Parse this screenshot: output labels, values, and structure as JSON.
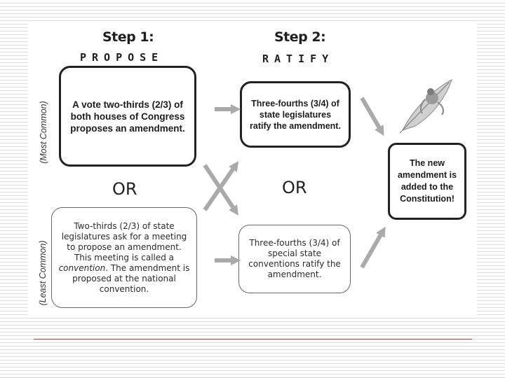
{
  "step1": {
    "heading": "Step 1:",
    "label": "PROPOSE"
  },
  "step2": {
    "heading": "Step 2:",
    "label": "RATIFY"
  },
  "side_labels": {
    "top": "(Most Common)",
    "bottom": "(Least Common)"
  },
  "boxes": {
    "propose_congress": "A vote two-thirds (2/3) of both houses of Congress proposes an amendment.",
    "ratify_legislatures": "Three-fourths (3/4) of state legislatures ratify the amendment.",
    "propose_convention": {
      "before": "Two-thirds (2/3) of state legislatures ask for a meeting to propose an amendment. This meeting is called a ",
      "emphasis": "convention",
      "after": ". The amendment is proposed at the national convention."
    },
    "ratify_conventions": "Three-fourths (3/4) of special state conventions ratify the amendment.",
    "result": "The new amendment is added to the Constitution!"
  },
  "or_labels": [
    "OR",
    "OR"
  ],
  "colors": {
    "arrow": "#aaaaaa",
    "rule": "#c9302c",
    "stripe": "#dcdcdc"
  },
  "icons": [
    "quill-pen-icon"
  ]
}
